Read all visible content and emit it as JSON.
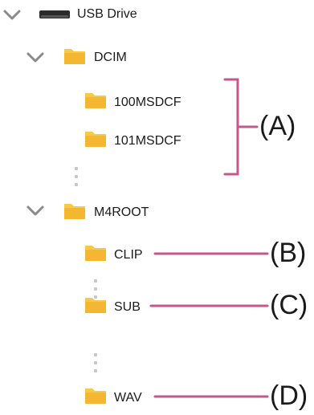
{
  "tree": {
    "root": {
      "label": "USB Drive",
      "icon": "usb-drive-icon"
    },
    "dcim": {
      "label": "DCIM",
      "children": [
        {
          "label": "100MSDCF"
        },
        {
          "label": "101MSDCF"
        }
      ]
    },
    "m4root": {
      "label": "M4ROOT",
      "children": [
        {
          "label": "CLIP"
        },
        {
          "label": "SUB"
        },
        {
          "label": "WAV"
        }
      ]
    }
  },
  "callouts": {
    "a": "(A)",
    "b": "(B)",
    "c": "(C)",
    "d": "(D)"
  },
  "colors": {
    "callout": "#c4588e",
    "folder": "#f7c948",
    "chevron": "#8a8a8a",
    "dots": "#c8c8c8",
    "drive": "#2b2b2b"
  }
}
